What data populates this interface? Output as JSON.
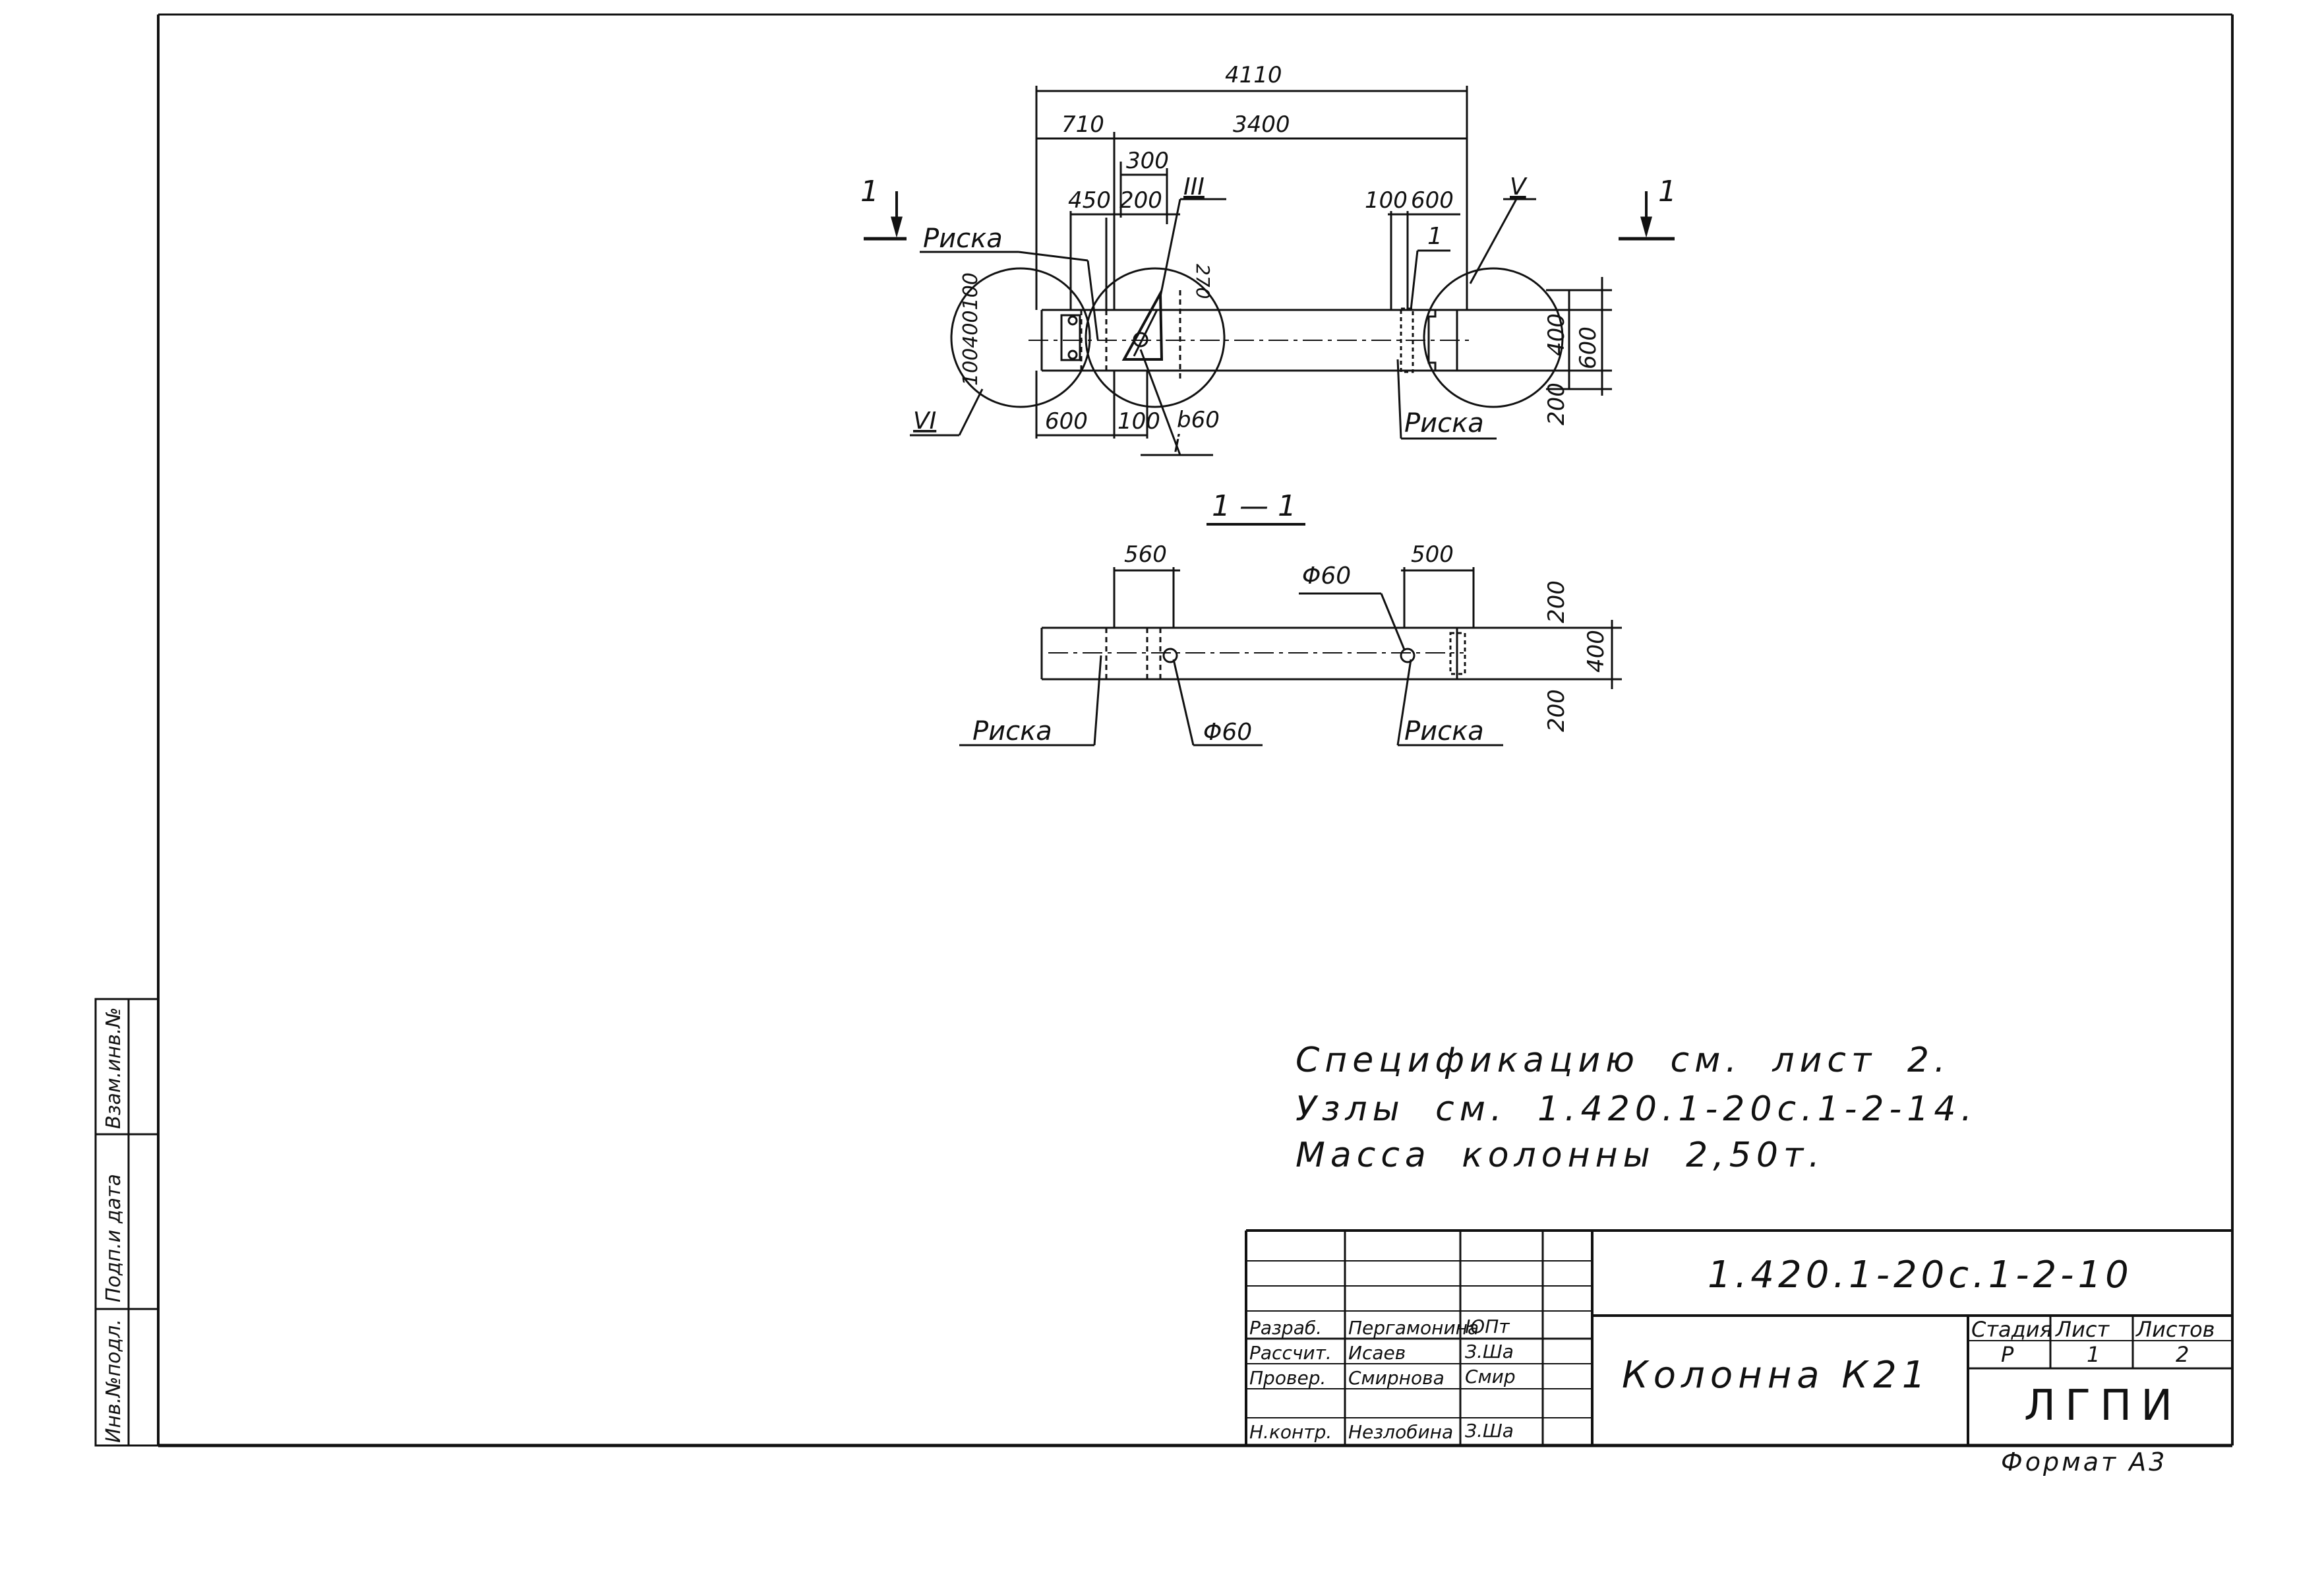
{
  "drawing": {
    "dimensions": {
      "total": "4110",
      "left_part": "710",
      "right_part": "3400",
      "d300": "300",
      "d450": "450",
      "d200_top": "200",
      "d270": "270",
      "d100_top": "100",
      "d600_top": "600",
      "d100_400_100": "100400100",
      "d600_bottom_left": "600",
      "d100_bottom": "100",
      "hole_b60": "b60",
      "right_400": "400",
      "right_600": "600",
      "right_200": "200",
      "section_560": "560",
      "section_500": "500",
      "section_200_top": "200",
      "section_400": "400",
      "section_200_bottom": "200",
      "phi60_top": "Φ60",
      "phi60_bottom": "Φ60"
    },
    "labels": {
      "section_mark_left": "1",
      "section_mark_right": "1",
      "node_III": "III",
      "node_V": "V",
      "node_VI": "VI",
      "callout_1": "1",
      "callout_i": "i",
      "riska_top_left": "Риска",
      "riska_top_right": "Риска",
      "section_title": "1 — 1",
      "riska_section_left": "Риска",
      "riska_section_right": "Риска"
    }
  },
  "notes": [
    "Спецификацию см. лист 2.",
    "Узлы см. 1.420.1-20с.1-2-14.",
    "Масса колонны 2,50т."
  ],
  "side_stamp": {
    "cell1": "Взам.инв.№",
    "cell2": "Подп.и дата",
    "cell3": "Инв.№подл."
  },
  "title_block": {
    "doc_code": "1.420.1-20с.1-2-10",
    "title": "Колонна К21",
    "organization": "ЛГПИ",
    "format": "Формат А3",
    "stage_header": "Стадия",
    "sheet_header": "Лист",
    "sheets_header": "Листов",
    "stage": "Р",
    "sheet": "1",
    "sheets": "2",
    "roles": [
      {
        "role": "Разраб.",
        "name": "Пергамонина",
        "sign": "ЮПт"
      },
      {
        "role": "Рассчит.",
        "name": "Исаев",
        "sign": "З.Ша"
      },
      {
        "role": "Провер.",
        "name": "Смирнова",
        "sign": "Смир"
      },
      {
        "role": "Н.контр.",
        "name": "Незлобина",
        "sign": "З.Ша"
      }
    ]
  }
}
